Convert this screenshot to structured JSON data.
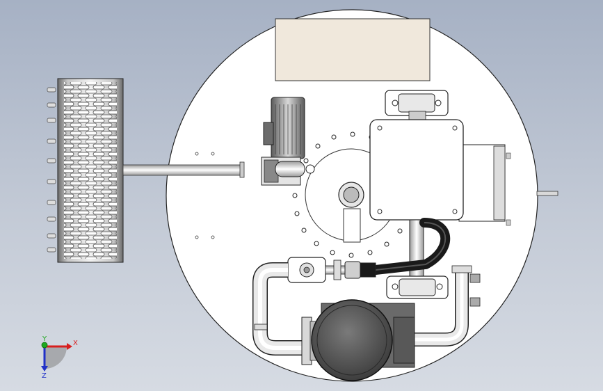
{
  "viewport": {
    "background_top": "#a6b1c4",
    "background_bottom": "#d6dbe3"
  },
  "model": {
    "plate_color": "#ffffff",
    "label_panel_color": "#f0e8dc",
    "motor_color": "#8c8c8c",
    "pump_color": "#5e5e5e",
    "hose_color": "#202020",
    "outline_color": "#222222"
  },
  "triad": {
    "x_label": "X",
    "y_label": "Y",
    "z_label": "Z",
    "x_color": "#d81e1e",
    "y_color": "#1ea81e",
    "z_color": "#2030c8"
  }
}
